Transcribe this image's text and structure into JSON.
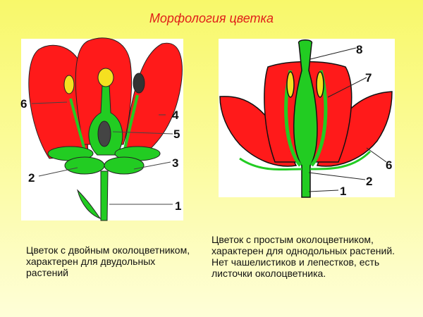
{
  "title": "Морфология цветка",
  "left_diagram": {
    "labels": [
      "1",
      "2",
      "3",
      "4",
      "5",
      "6"
    ],
    "caption": "Цветок с двойным околоцветником, характерен для двудольных растений"
  },
  "right_diagram": {
    "labels": [
      "1",
      "2",
      "6",
      "7",
      "8"
    ],
    "caption": "Цветок с простым околоцветником, характерен для однодольных растений. Нет чашелистиков и лепестков, есть листочки околоцветника."
  },
  "colors": {
    "petal": "#ff1a1a",
    "green": "#22cc22",
    "anther": "#f5e020",
    "title": "#e0201a"
  }
}
